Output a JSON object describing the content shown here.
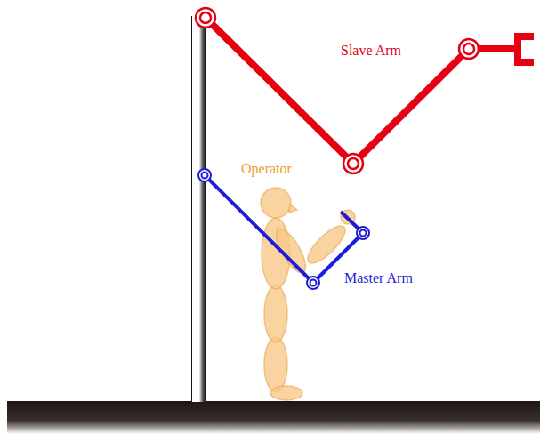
{
  "diagram": {
    "labels": [
      "Slave Arm",
      "Operator",
      "Master Arm"
    ]
  }
}
